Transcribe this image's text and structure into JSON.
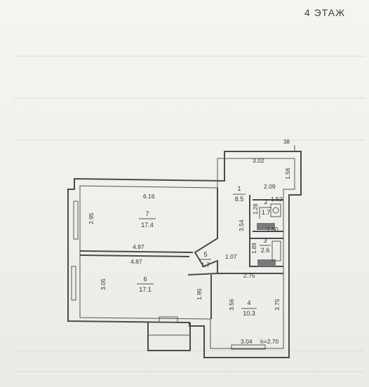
{
  "header": {
    "floor_label": "4 ЭТАЖ"
  },
  "rooms": [
    {
      "number": "1",
      "area": "8.5"
    },
    {
      "number": "2",
      "area": "1.7"
    },
    {
      "number": "3",
      "area": "2.6"
    },
    {
      "number": "4",
      "area": "10.3"
    },
    {
      "number": "5",
      "area": "1.7"
    },
    {
      "number": "6",
      "area": "17.1"
    },
    {
      "number": "7",
      "area": "17.4"
    }
  ],
  "dimensions": {
    "d38": "38",
    "d302": "3.02",
    "d156": "1.56",
    "d209": "2.09",
    "d152": "1.52",
    "d128": "1.28",
    "d354": "3.54",
    "d150": "1.50",
    "d189": "1.89",
    "d107": "1.07",
    "d275": "2.75",
    "d356": "3.56",
    "d375": "3.75",
    "d304": "3.04",
    "d616": "6.16",
    "d295": "2.95",
    "d497": "4.97",
    "d487": "4.87",
    "d305": "3.05",
    "d195": "1.95"
  },
  "ceiling_height": "h=2.70"
}
